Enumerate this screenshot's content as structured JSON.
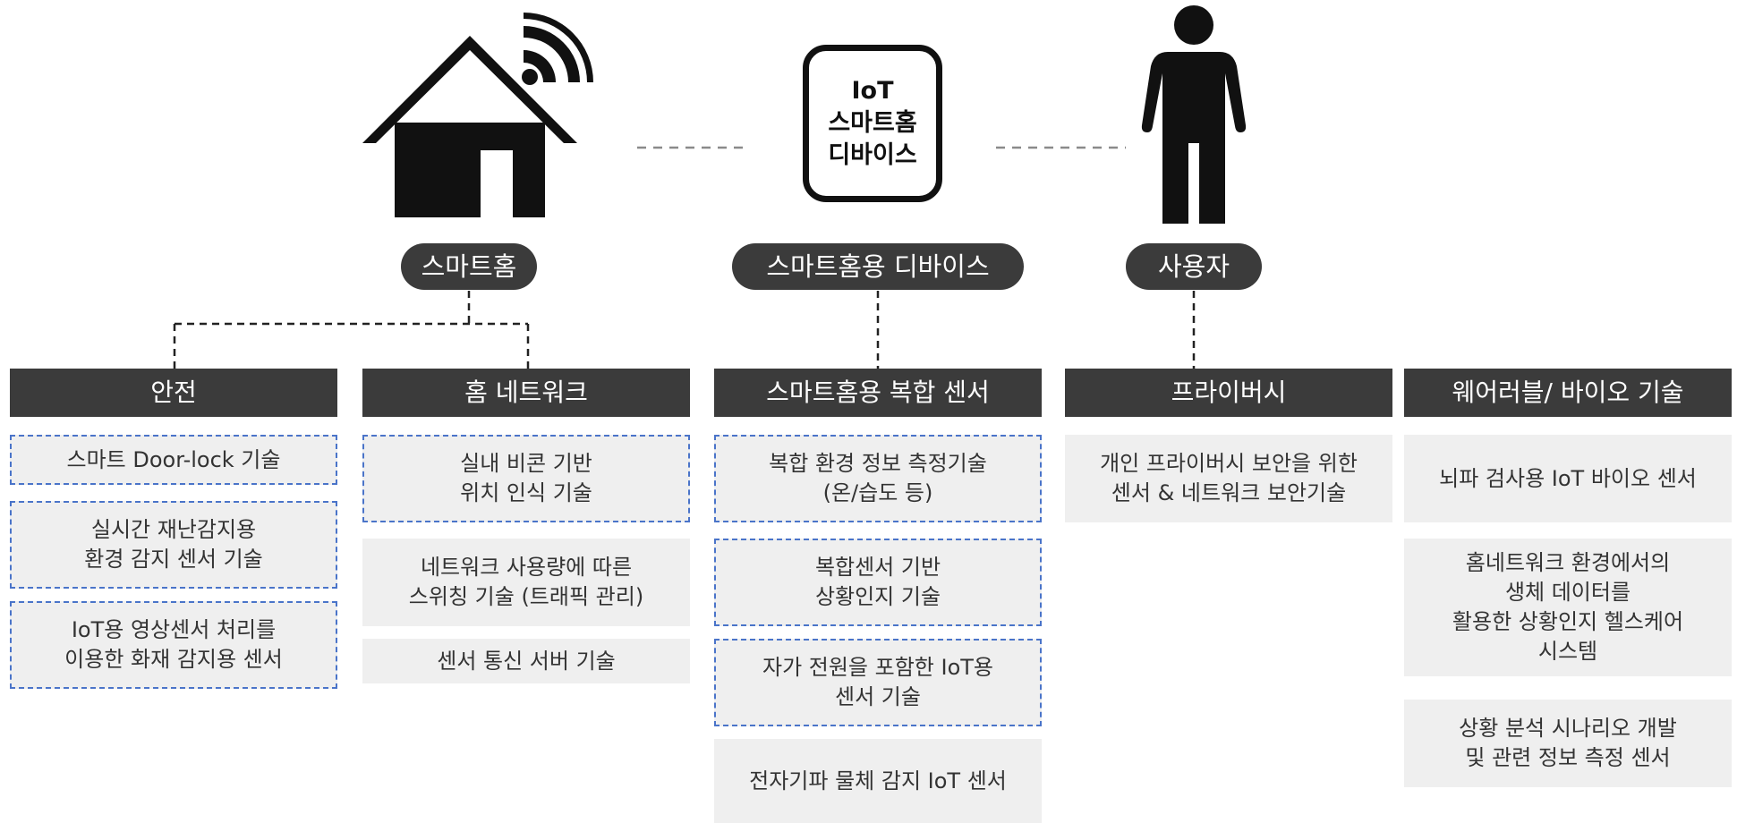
{
  "diagram": {
    "top_nodes": [
      {
        "id": "home",
        "label": "스마트홈",
        "icon": "house-wifi-icon"
      },
      {
        "id": "device",
        "label": "스마트홈용 디바이스",
        "box_lines": [
          "IoT",
          "스마트홈",
          "디바이스"
        ]
      },
      {
        "id": "user",
        "label": "사용자",
        "icon": "person-icon"
      }
    ],
    "columns": [
      {
        "header": "안전",
        "items": [
          {
            "lines": [
              "스마트 Door-lock 기술"
            ],
            "style": "dashed"
          },
          {
            "lines": [
              "실시간 재난감지용",
              "환경 감지 센서 기술"
            ],
            "style": "dashed"
          },
          {
            "lines": [
              "IoT용 영상센서 처리를",
              "이용한 화재 감지용 센서"
            ],
            "style": "dashed"
          }
        ]
      },
      {
        "header": "홈 네트워크",
        "items": [
          {
            "lines": [
              "실내 비콘 기반",
              "위치 인식 기술"
            ],
            "style": "dashed"
          },
          {
            "lines": [
              "네트워크 사용량에 따른",
              "스위칭 기술 (트래픽 관리)"
            ],
            "style": "solid"
          },
          {
            "lines": [
              "센서 통신 서버 기술"
            ],
            "style": "solid"
          }
        ]
      },
      {
        "header": "스마트홈용 복합 센서",
        "items": [
          {
            "lines": [
              "복합 환경 정보 측정기술",
              "(온/습도  등)"
            ],
            "style": "dashed"
          },
          {
            "lines": [
              "복합센서 기반",
              "상황인지 기술"
            ],
            "style": "dashed"
          },
          {
            "lines": [
              "자가 전원을 포함한 IoT용",
              "센서 기술"
            ],
            "style": "dashed"
          },
          {
            "lines": [
              "전자기파 물체 감지 IoT 센서"
            ],
            "style": "solid"
          }
        ]
      },
      {
        "header": "프라이버시",
        "items": [
          {
            "lines": [
              "개인 프라이버시 보안을 위한",
              "센서 & 네트워크 보안기술"
            ],
            "style": "solid"
          }
        ]
      },
      {
        "header": "웨어러블/ 바이오 기술",
        "items": [
          {
            "lines": [
              "뇌파 검사용 IoT 바이오 센서"
            ],
            "style": "solid"
          },
          {
            "lines": [
              "홈네트워크 환경에서의",
              "생체 데이터를",
              "활용한 상황인지 헬스케어",
              "시스템"
            ],
            "style": "solid"
          },
          {
            "lines": [
              "상황 분석 시나리오 개발",
              "및 관련 정보 측정 센서"
            ],
            "style": "solid"
          }
        ]
      }
    ]
  }
}
